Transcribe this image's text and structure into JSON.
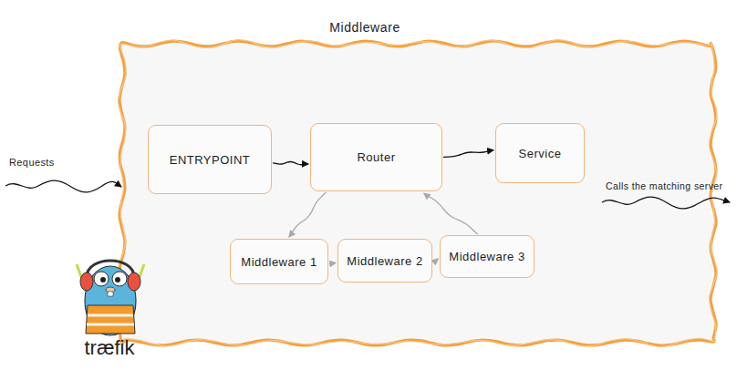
{
  "diagram": {
    "title": "Middleware",
    "nodes": [
      {
        "text": [
          "ENTRYPOINT"
        ]
      },
      {
        "text": [
          "Router"
        ]
      },
      {
        "text": [
          "Service"
        ]
      },
      {
        "text": [
          "Middleware 1"
        ]
      },
      {
        "text": [
          "Middleware 2"
        ]
      },
      {
        "text": [
          "Middleware 3"
        ]
      }
    ],
    "edges": [
      {
        "from": 0,
        "to": 1,
        "arrow": "to"
      },
      {
        "from": 1,
        "to": 2,
        "arrow": "to"
      },
      {
        "from": 1,
        "to": 3,
        "arrow": "to"
      },
      {
        "from": 3,
        "to": 4,
        "arrow": "to"
      },
      {
        "from": 4,
        "to": 5,
        "arrow": "to"
      },
      {
        "from": 5,
        "to": 1,
        "arrow": "to"
      }
    ],
    "labels": [
      "Requests",
      "Calls the matching server",
      "træfik"
    ]
  }
}
